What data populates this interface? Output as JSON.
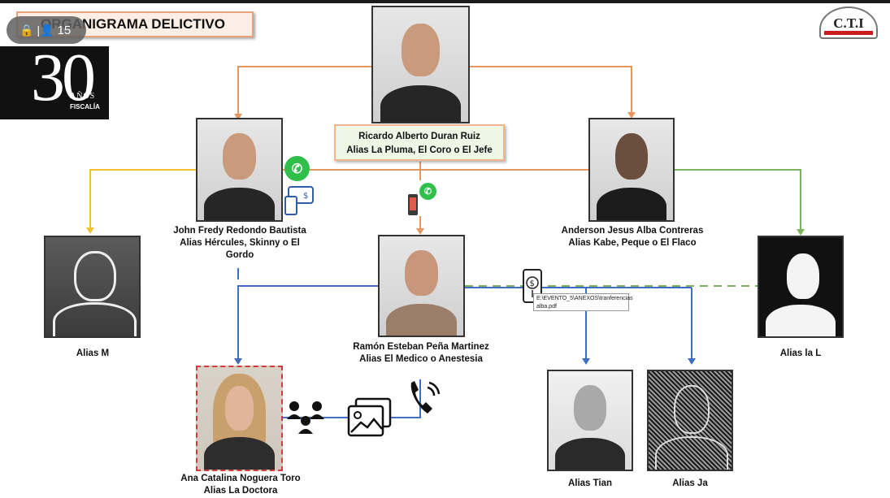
{
  "title": "ORGANIGRAMA DELICTIVO",
  "meeting_indicator": {
    "participants": "15"
  },
  "logo": {
    "number": "30",
    "word": "AÑOS",
    "brand": "FISCALÍA"
  },
  "cti_logo": {
    "text": "C.T.I"
  },
  "nodes": {
    "leader": {
      "line1": "Ricardo Alberto Duran Ruiz",
      "line2": "Alias La Pluma, El Coro o El Jefe"
    },
    "john": {
      "line1": "John Fredy Redondo Bautista",
      "line2": "Alias Hércules, Skinny o El",
      "line3": "Gordo"
    },
    "anderson": {
      "line1": "Anderson Jesus Alba Contreras",
      "line2": "Alias Kabe, Peque o El Flaco"
    },
    "ramon": {
      "line1": "Ramón Esteban Peña Martinez",
      "line2": "Alias El Medico o Anestesia"
    },
    "ana": {
      "line1": "Ana Catalina Noguera Toro",
      "line2": "Alias La Doctora"
    },
    "alias_m": {
      "line1": "Alias M"
    },
    "alias_l": {
      "line1": "Alias la L"
    },
    "alias_tian": {
      "line1": "Alias Tian"
    },
    "alias_ja": {
      "line1": "Alias Ja"
    }
  },
  "tooltip": {
    "line1": "E:\\EVENTO_5\\ANEXOS\\tranferencias",
    "line2": "alba.pdf"
  },
  "colors": {
    "orange": "#e8965e",
    "yellow": "#f2c230",
    "green": "#7cb35a",
    "blue": "#3f6fc2",
    "whatsapp": "#2fbf4a"
  }
}
